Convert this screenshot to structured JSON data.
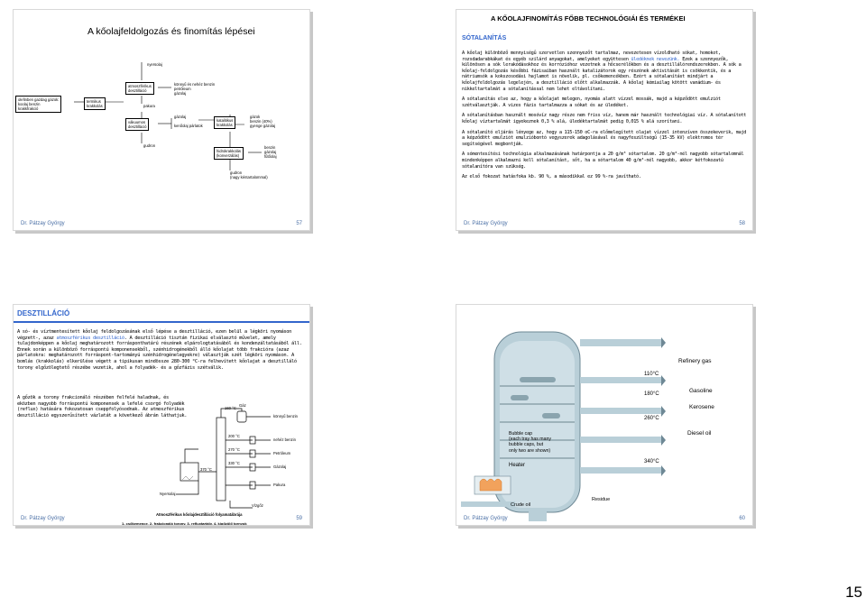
{
  "slide1": {
    "title": "A kőolajfeldolgozás és finomítás lépései",
    "footer_author": "Dr. Pátzay György",
    "footer_page": "57",
    "flow": {
      "source": [
        "olefinben gazdag gázok:",
        "koolaj benzin",
        "krakkfrakció"
      ],
      "cracking": [
        "termikus",
        "krakkolás"
      ],
      "atm_dist": [
        "atmoszférikus",
        "desztilláció"
      ],
      "pakura": "pakura",
      "vac_dist": [
        "vákuumos",
        "desztilláció"
      ],
      "gudron1": "gudron",
      "nyersolaj": "nyersolaj",
      "products1": [
        "könnyű és nehéz benzin",
        "petróleum",
        "gázolaj"
      ],
      "gazolaj": "gázolaj",
      "kenoolaj": "kenőolaj párlatok",
      "cat_crack": [
        "katalitikus",
        "krakkolás"
      ],
      "products2": [
        "gázok",
        "benzin (40%)",
        "gyenge gázolaj"
      ],
      "hydro": [
        "hidrokrakkolás",
        "(konverzálás)"
      ],
      "products3": [
        "benzin",
        "gázolaj",
        "fűtőolaj"
      ],
      "gudron2": [
        "gudron",
        "(nagy kéntartalommal)"
      ]
    }
  },
  "slide2": {
    "title": "A KŐOLAJFINOMÍTÁS FŐBB TECHNOLÓGIÁI ÉS TERMÉKEI",
    "subtitle": "SÓTALANÍTÁS",
    "p1a": "A kőolaj különböző mennyiségű szervetlen szennyezőt tartalmaz, nevezetesen vízoldható sókat, homokot, rozsdadarabkákat és egyéb szilárd anyagokat, amelyeket együttesen",
    "p1_hl": "üledéknek nevezünk.",
    "p1b": "Ezek a szennyezők, különösen a sók lerakódásokhoz és korrózióhoz vezetnek a hőcserélőkben és a desztillálórendszerekben. A sók a kőolaj-feldolgozás későbbi fázisaiban használt katalizátorok egy részének aktivitását is csökkentik, és a nátriumsók a kokszosodási hajlamot is növelik, pl. csőkemencékben. Ezért a sótalanítást mindjárt a kőolajfeldolgozás legelején, a desztilláció előtt alkalmazzák. A kőolaj kémiailag kötött vanádium- és nikkeltartalmát a sótalanítással nem lehet eltávolítani.",
    "p2": "A sótalanítás elve az, hogy a kőolajat melegen, nyomás alatt vízzel mossák, majd a képződött emulziót szétválasztják. A vizes fázis tartalmazza a sókat és az üledéket.",
    "p3": "A sótalanításban használt mosóvíz nagy része nem friss víz, hanem már használt technológiai víz. A sótalanított kőolaj víztartalmát igyekeznek 0,3 % alá, üledéktartalmát pedig 0,015 % alá szorítani.",
    "p4": "A sótalanító eljárás lényege az, hogy a 115-150 oC-ra előmelegített olajat vízzel intenzíven összekeverik, majd a képződött emulziót emulzióbontó vegyszerek adagolásával és nagyfeszültségű (15-35 kV) elektromos tér segítségével megbontják.",
    "p5": "A sómentesítési technológia alkalmazásának határpontja a 20 g/m³ sótartalom. 20 g/m³-nél nagyobb sótartalomnál mindenképpen alkalmazni kell sótalanítást, sőt, ha a sótartalom 40 g/m³-nél nagyobb, akkor kétfokozatú sótalanítóra van szükség.",
    "p6": "Az első fokozat hatásfoka kb. 90 %, a másodikkal ez 99 %-ra javítható.",
    "footer_author": "Dr. Pátzay György",
    "footer_page": "58"
  },
  "slide3": {
    "title": "DESZTILLÁCIÓ",
    "p1a": "A só- és víztmentesített kőolaj feldolgozásának első lépése a desztilláció, ezen belül a légköri nyomáson végzett-, azaz",
    "p1_hl": "atmoszférikus desztilláció",
    "p1b": ". A desztilláció tisztán fizikai elválasztó művelet, amely tulajdonképpen a kőolaj meghatározott forrásponthatárú részének elpárologtatásából és kondenzáltatásából áll. Ennek során a különböző forráspontú komponensekből, szénhidrogénekből álló kőolajat több frakcióra (azaz párlatokra: meghatározott forráspont-tartományú szénhidrogénelegyekre) választják szét légköri nyomáson. A bomlás (krakkolás) elkerülése végett a tipikusan mindössze 280-300 °C-ra felhevített kőolajat a desztilláló torony elgőzölegtető részébe vezetik, ahol a folyadék- és a gőzfázis szétválik.",
    "p2": "A gőzök a torony frakcionáló részében felfelé haladnak, és eközben nagyobb forráspontú komponensek a lefelé csorgó folyadék (reflux) hatására fokozatosan cseppfolyósodnak. Az atmoszférikus desztilláció egyszerűsített vázlatát a következő ábrán láthatjuk.",
    "caption1": "Atmoszférikus kőolajdesztilláció folyamatábrája",
    "caption2": "1- csőkemence, 2- frakcionáló torony, 3- refluxtartály, 4- kigőzölő tornyok",
    "diagram": {
      "gas": "Gáz",
      "bp1": "160 °C",
      "product1": "könnyű benzin",
      "product2": "nehéz benzin",
      "product3": "Petróleum",
      "product4": "Gázolaj",
      "product5": "Pakura",
      "steam": "Vízgőz",
      "oil": "Nyersolaj",
      "temp1": "200 °C",
      "temp2": "270 °C",
      "temp3": "330 °C",
      "temp4": "370 °C"
    },
    "footer_author": "Dr. Pátzay György",
    "footer_page": "59"
  },
  "slide4": {
    "labels": {
      "t1": "110°C",
      "t2": "180°C",
      "t3": "260°C",
      "t4": "340°C",
      "refinery_gas": "Refinery gas",
      "gasoline": "Gasoline",
      "kerosene": "Kerosene",
      "diesel_oil": "Diesel oil",
      "bubble_cap_1": "Bubble cap",
      "bubble_cap_2": "(each tray has many",
      "bubble_cap_3": "bubble caps, but",
      "bubble_cap_4": "only two are shown)",
      "heater": "Heater",
      "crude": "Crude oil",
      "residue": "Residue"
    },
    "footer_author": "Dr. Pátzay György",
    "footer_page": "60"
  },
  "page_number": "15",
  "colors": {
    "accent": "#3366cc",
    "tower": "#b9cfd8",
    "orange": "#f2a25c"
  }
}
